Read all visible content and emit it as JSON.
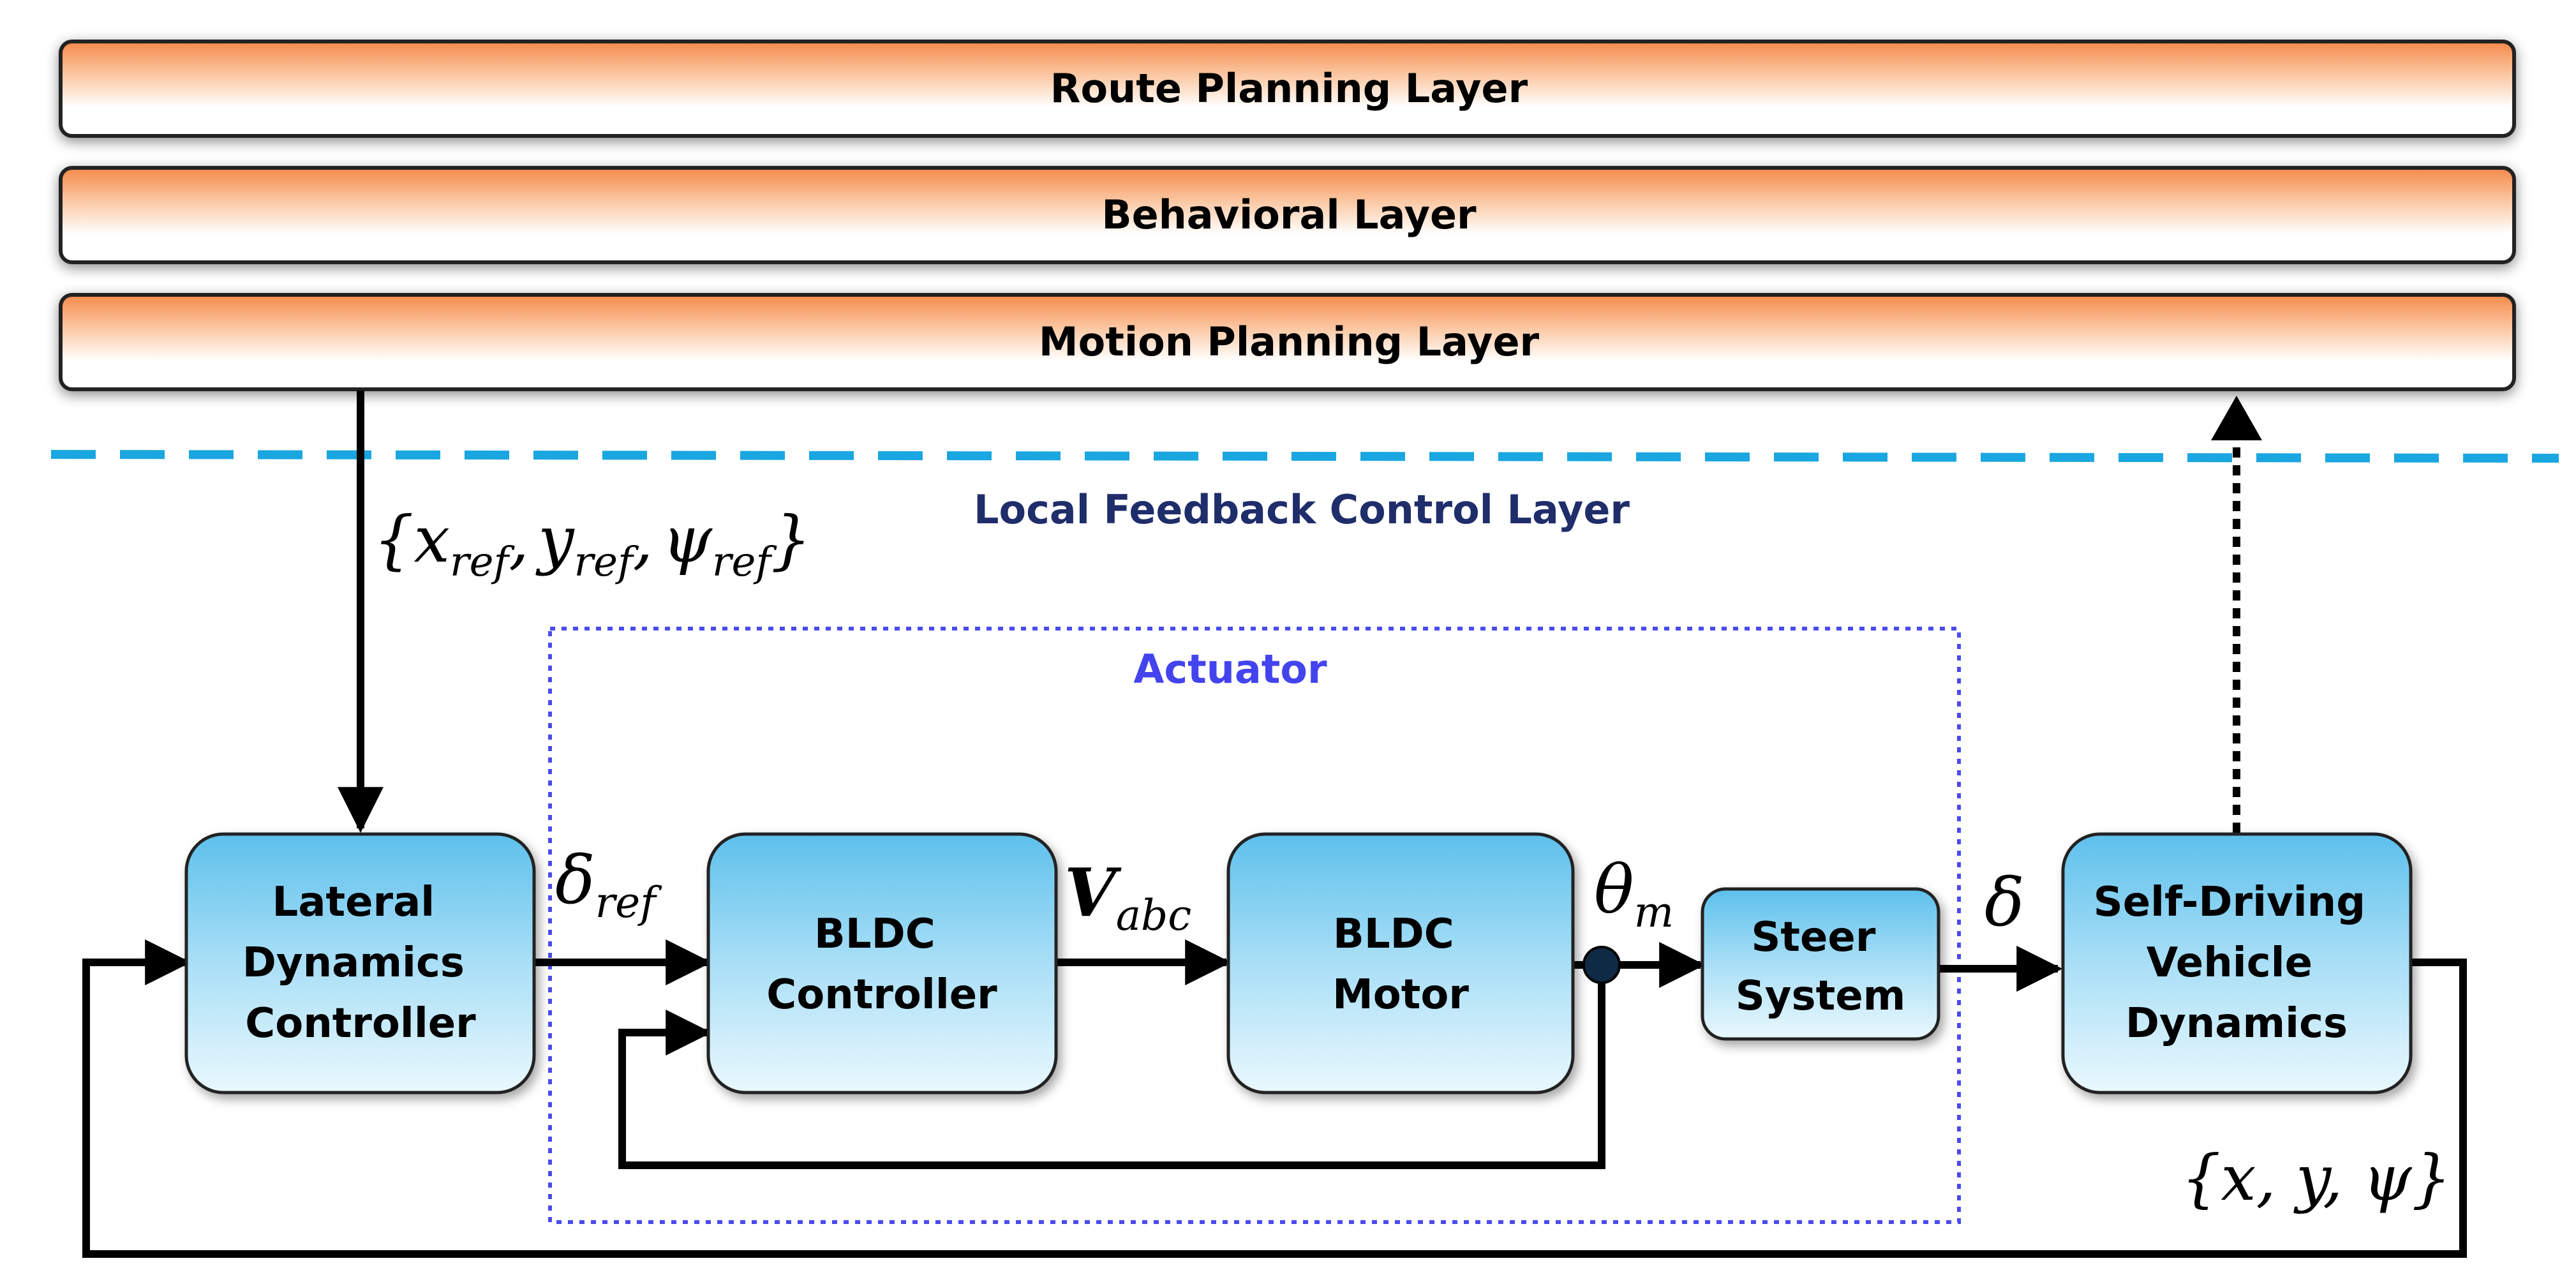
{
  "layers": {
    "route": "Route Planning Layer",
    "behavioral": "Behavioral Layer",
    "motion": "Motion Planning Layer"
  },
  "local_layer_label": "Local Feedback Control Layer",
  "actuator_label": "Actuator",
  "blocks": {
    "lateral": [
      "Lateral",
      "Dynamics",
      "Controller"
    ],
    "bldc_controller": [
      "BLDC",
      "Controller"
    ],
    "bldc_motor": [
      "BLDC",
      "Motor"
    ],
    "steer": [
      "Steer",
      "System"
    ],
    "vehicle": [
      "Self-Driving",
      "Vehicle",
      "Dynamics"
    ]
  },
  "signals": {
    "ref_set": {
      "open": "{",
      "x": "x",
      "y": "y",
      "psi": "ψ",
      "sub": "ref",
      "comma": ",",
      "close": "}"
    },
    "delta_ref": {
      "main": "δ",
      "sub": "ref"
    },
    "v_abc": {
      "main": "V",
      "sub": "abc"
    },
    "theta_m": {
      "main": "θ",
      "sub": "m"
    },
    "delta": "δ",
    "state_set": "{x, y, ψ}"
  },
  "colors": {
    "layer_orange": "#f4894a",
    "block_blue": "#7ccdf0",
    "dash_blue": "#1aa6e0",
    "actuator_border": "#4a4af0",
    "local_label": "#1f2d6b"
  }
}
